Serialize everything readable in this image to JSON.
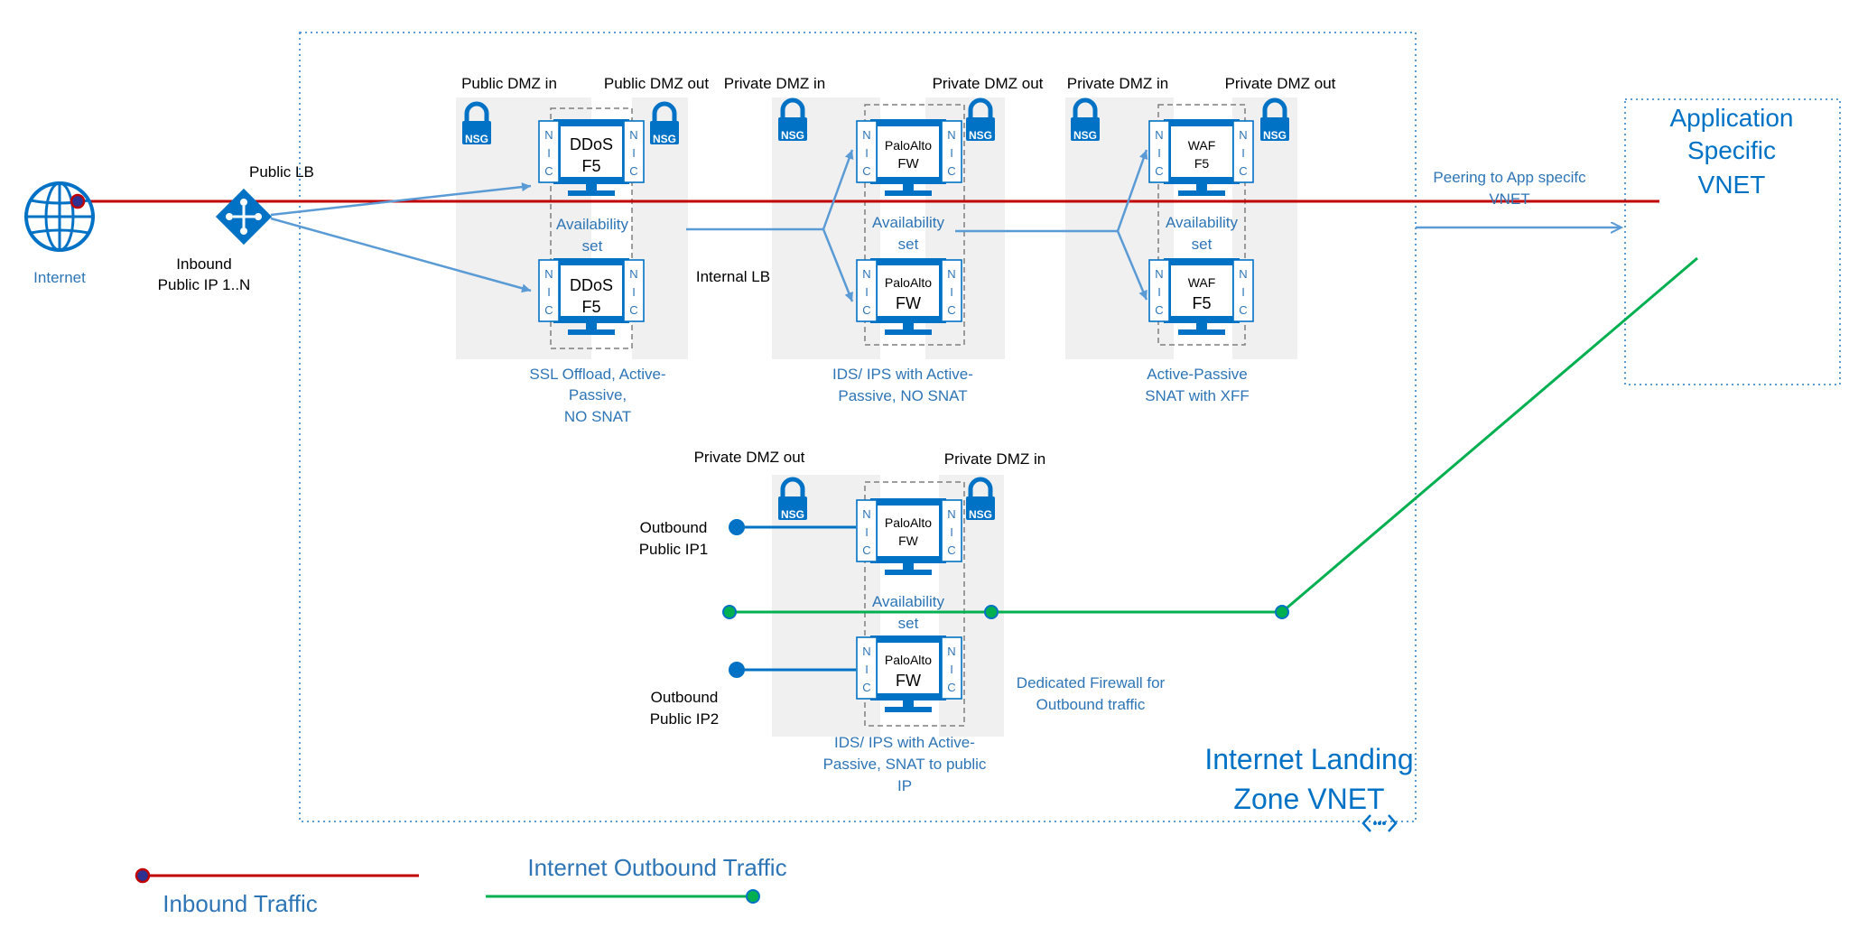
{
  "internet": {
    "label": "Internet"
  },
  "public_lb": {
    "title": "Public LB",
    "inbound_line1": "Inbound",
    "inbound_line2": "Public IP 1..N"
  },
  "tier1": {
    "left_zone": "Public DMZ in",
    "right_zone": "Public DMZ out",
    "vm_top": {
      "line1": "DDoS",
      "line2": "F5"
    },
    "vm_bottom": {
      "line1": "DDoS",
      "line2": "F5"
    },
    "avail_line1": "Availability",
    "avail_line2": "set",
    "caption": [
      "SSL Offload, Active-",
      "Passive,",
      "NO SNAT"
    ]
  },
  "tier2": {
    "left_zone": "Private DMZ in",
    "right_zone": "Private DMZ out",
    "vm_top": {
      "line1": "PaloAlto",
      "line2": "FW"
    },
    "vm_bottom": {
      "line1": "PaloAlto",
      "line2": "FW"
    },
    "avail_line1": "Availability",
    "avail_line2": "set",
    "caption": [
      "IDS/ IPS with Active-",
      "Passive, NO SNAT"
    ]
  },
  "internal_lb": "Internal LB",
  "tier3": {
    "left_zone": "Private DMZ in",
    "right_zone": "Private DMZ out",
    "vm_top": {
      "line1": "WAF",
      "line2": "F5"
    },
    "vm_bottom": {
      "line1": "WAF",
      "line2": "F5"
    },
    "avail_line1": "Availability",
    "avail_line2": "set",
    "caption": [
      "Active-Passive",
      "SNAT with XFF"
    ]
  },
  "outbound": {
    "left_zone": "Private DMZ out",
    "right_zone": "Private DMZ in",
    "vm_top": {
      "line1": "PaloAlto",
      "line2": "FW"
    },
    "vm_bottom": {
      "line1": "PaloAlto",
      "line2": "FW"
    },
    "avail_line1": "Availability",
    "avail_line2": "set",
    "ip1_line1": "Outbound",
    "ip1_line2": "Public IP1",
    "ip2_line1": "Outbound",
    "ip2_line2": "Public IP2",
    "dedicated_line1": "Dedicated Firewall for",
    "dedicated_line2": "Outbound traffic",
    "caption": [
      "IDS/ IPS with Active-",
      "Passive, SNAT to public",
      "IP"
    ]
  },
  "nic": {
    "n": "N",
    "i": "I",
    "c": "C"
  },
  "nsg_label": "NSG",
  "peering": {
    "line1": "Peering to App specifc",
    "line2": "VNET"
  },
  "app_vnet": {
    "line1": "Application",
    "line2": "Specific",
    "line3": "VNET"
  },
  "landing_vnet": {
    "line1": "Internet Landing",
    "line2": "Zone VNET"
  },
  "legend": {
    "inbound": "Inbound Traffic",
    "outbound": "Internet Outbound Traffic"
  },
  "colors": {
    "inbound_line": "#c00000",
    "outbound_line": "#00b050",
    "azure_blue": "#0072c6",
    "link_blue": "#5b9bd5",
    "text_blue": "#2e75b6",
    "zone_gray": "#f0f0f0"
  },
  "icons": {
    "internet": "globe-icon",
    "lb": "load-balancer-icon",
    "vm": "monitor-icon",
    "nsg": "lock-icon",
    "vnet": "vnet-peering-icon"
  }
}
